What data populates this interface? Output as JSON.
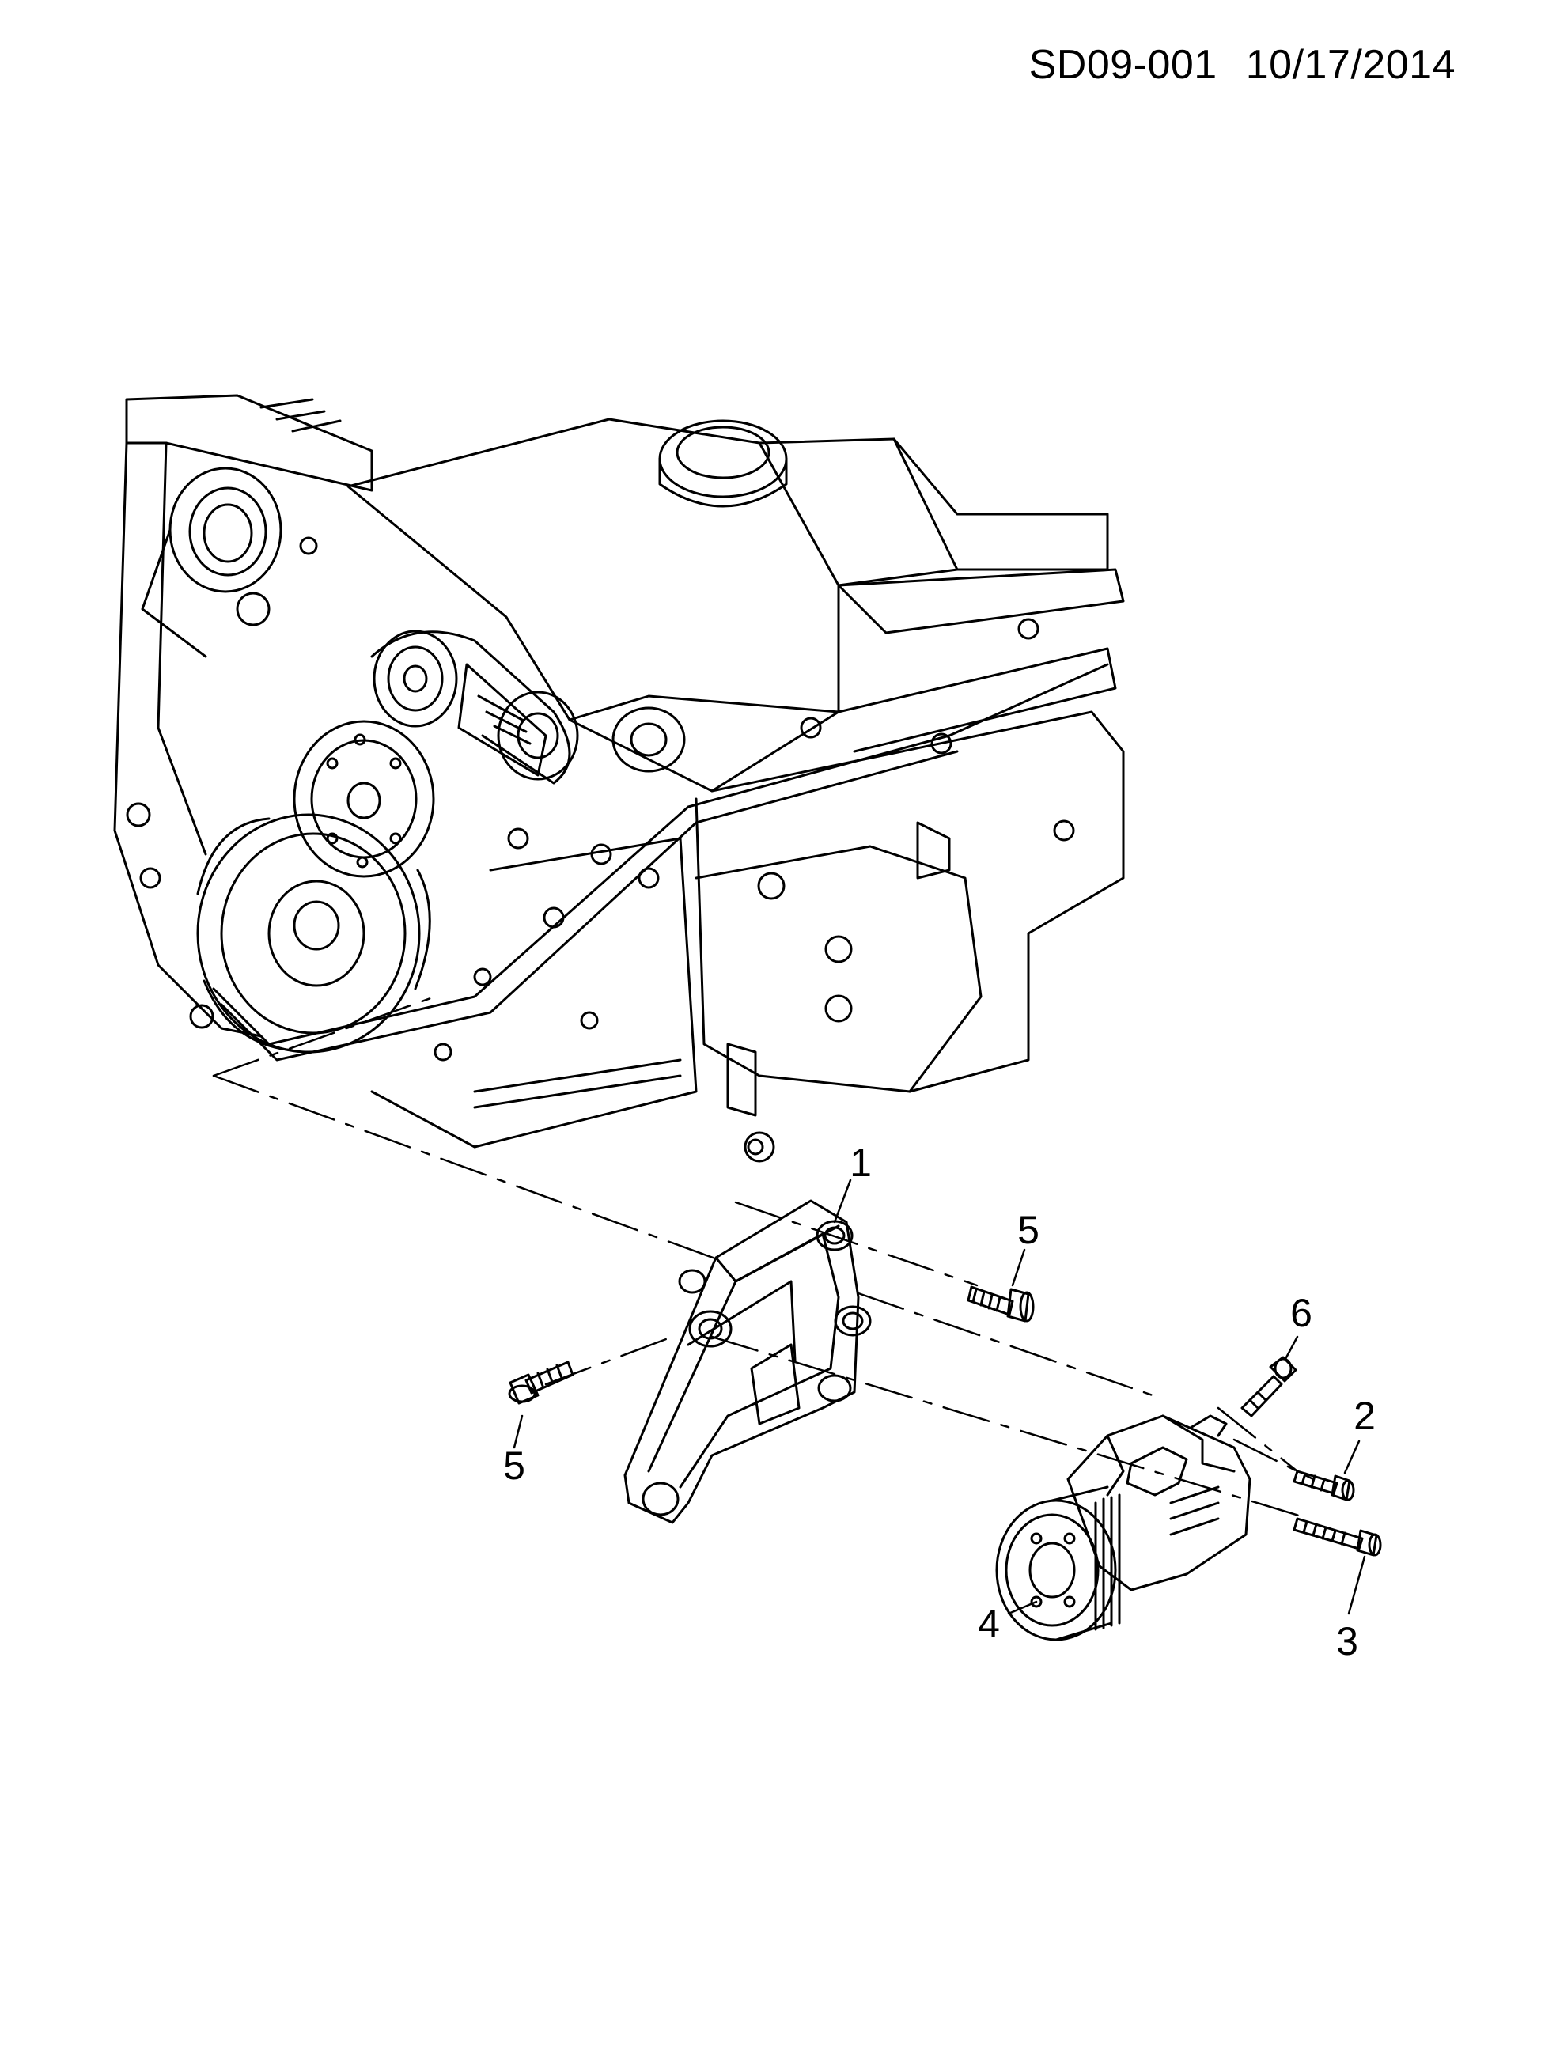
{
  "header": {
    "diagram_code": "SD09-001",
    "date": "10/17/2014"
  },
  "callouts": [
    {
      "id": "c1",
      "label": "1",
      "part": "compressor-mounting-bracket"
    },
    {
      "id": "c5a",
      "label": "5",
      "part": "bracket-bolt-upper"
    },
    {
      "id": "c6",
      "label": "6",
      "part": "compressor-bolt-top"
    },
    {
      "id": "c2",
      "label": "2",
      "part": "compressor-bolt-upper-right"
    },
    {
      "id": "c5b",
      "label": "5",
      "part": "bracket-bolt-left"
    },
    {
      "id": "c4",
      "label": "4",
      "part": "ac-compressor"
    },
    {
      "id": "c3",
      "label": "3",
      "part": "compressor-bolt-lower-right"
    }
  ]
}
